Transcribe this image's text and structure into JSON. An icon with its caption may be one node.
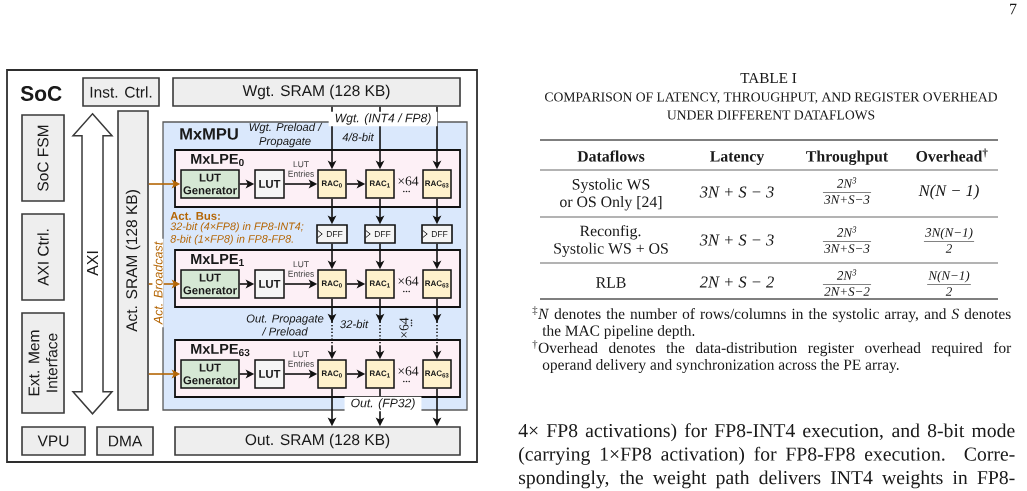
{
  "diagram": {
    "nodes": [
      {
        "text": [
          "SoC"
        ]
      },
      {
        "text": [
          "Inst. Ctrl."
        ],
        "in": 0
      },
      {
        "text": [
          "Wgt. SRAM (128 KB)"
        ],
        "in": 0
      },
      {
        "text": [
          "SoC FSM"
        ],
        "in": 0
      },
      {
        "text": [
          "AXI Ctrl."
        ],
        "in": 0
      },
      {
        "text": [
          "Ext. Mem Interface"
        ],
        "in": 0
      },
      {
        "text": [
          "Act. SRAM (128 KB)"
        ],
        "in": 0
      },
      {
        "text": [
          "MxMPU"
        ],
        "in": 0
      },
      {
        "text": [
          "MxLPE$_{0}$"
        ],
        "in": 7
      },
      {
        "text": [
          "LUT Generator"
        ],
        "in": 8
      },
      {
        "text": [
          "LUT"
        ],
        "in": 8
      },
      {
        "text": [
          "RAC$_{0}$"
        ],
        "in": 8
      },
      {
        "text": [
          "RAC$_{1}$"
        ],
        "in": 8
      },
      {
        "text": [
          "RAC$_{63}$"
        ],
        "in": 8
      },
      {
        "text": [
          "DFF"
        ],
        "in": 7
      },
      {
        "text": [
          "DFF"
        ],
        "in": 7
      },
      {
        "text": [
          "DFF"
        ],
        "in": 7
      },
      {
        "text": [
          "MxLPE$_{1}$"
        ],
        "in": 7
      },
      {
        "text": [
          "LUT Generator"
        ],
        "in": 17
      },
      {
        "text": [
          "LUT"
        ],
        "in": 17
      },
      {
        "text": [
          "RAC$_{0}$"
        ],
        "in": 17
      },
      {
        "text": [
          "RAC$_{1}$"
        ],
        "in": 17
      },
      {
        "text": [
          "RAC$_{63}$"
        ],
        "in": 17
      },
      {
        "text": [
          "MxLPE$_{63}$"
        ],
        "in": 7
      },
      {
        "text": [
          "LUT Generator"
        ],
        "in": 23
      },
      {
        "text": [
          "LUT"
        ],
        "in": 23
      },
      {
        "text": [
          "RAC$_{0}$"
        ],
        "in": 23
      },
      {
        "text": [
          "RAC$_{1}$"
        ],
        "in": 23
      },
      {
        "text": [
          "RAC$_{63}$"
        ],
        "in": 23
      },
      {
        "text": [
          "VPU"
        ],
        "in": 0
      },
      {
        "text": [
          "DMA"
        ],
        "in": 0
      },
      {
        "text": [
          "Out. SRAM (128 KB)"
        ],
        "in": 0
      }
    ],
    "edges": [
      {
        "from": 2,
        "to": 11,
        "arrow": "to"
      },
      {
        "from": 2,
        "to": 12,
        "arrow": "to",
        "label": "Wgt. (INT4 / FP8)"
      },
      {
        "from": 2,
        "to": 13,
        "arrow": "to"
      },
      {
        "from": 6,
        "to": 9,
        "arrow": "to",
        "color": "#b46504"
      },
      {
        "from": 6,
        "to": 18,
        "arrow": "to",
        "label": "Act. Broadcast",
        "color": "#b46504"
      },
      {
        "from": 6,
        "to": 24,
        "arrow": "to",
        "color": "#b46504"
      },
      {
        "from": 9,
        "to": 10,
        "arrow": "to"
      },
      {
        "from": 10,
        "to": 11,
        "arrow": "to",
        "label": "LUT Entries"
      },
      {
        "from": 11,
        "to": 12,
        "arrow": "to"
      },
      {
        "from": 18,
        "to": 19,
        "arrow": "to"
      },
      {
        "from": 19,
        "to": 20,
        "arrow": "to",
        "label": "LUT Entries"
      },
      {
        "from": 20,
        "to": 21,
        "arrow": "to"
      },
      {
        "from": 24,
        "to": 25,
        "arrow": "to"
      },
      {
        "from": 25,
        "to": 26,
        "arrow": "to",
        "label": "LUT Entries"
      },
      {
        "from": 26,
        "to": 27,
        "arrow": "to"
      },
      {
        "from": 11,
        "to": 14,
        "arrow": "to"
      },
      {
        "from": 12,
        "to": 15,
        "arrow": "to"
      },
      {
        "from": 13,
        "to": 16,
        "arrow": "to"
      },
      {
        "from": 14,
        "to": 20,
        "arrow": "to"
      },
      {
        "from": 15,
        "to": 21,
        "arrow": "to"
      },
      {
        "from": 16,
        "to": 22,
        "arrow": "to"
      },
      {
        "from": 20,
        "to": 26,
        "arrow": "to",
        "style": "dashed"
      },
      {
        "from": 21,
        "to": 27,
        "arrow": "to",
        "style": "dashed"
      },
      {
        "from": 22,
        "to": 28,
        "arrow": "to",
        "style": "dashed"
      },
      {
        "from": 26,
        "to": 31,
        "arrow": "to"
      },
      {
        "from": 27,
        "to": 31,
        "arrow": "to",
        "label": "Out. (FP32)"
      },
      {
        "from": 28,
        "to": 31,
        "arrow": "to"
      },
      {
        "from": 1,
        "to": null,
        "arrow": "both",
        "label": "AXI"
      }
    ],
    "labels": [
      "7",
      "Wgt. Preload / Propagate",
      "4/8-bit",
      "×64",
      "Act. Bus:",
      "32-bit (4×FP8) in FP8-INT4; 8-bit (1×FP8) in FP8-FP8.",
      "×64",
      "Out. Propagate / Preload",
      "32-bit",
      "×64",
      "×64",
      "TABLE I",
      "COMPARISON OF LATENCY, THROUGHPUT, AND REGISTER OVERHEAD UNDER DIFFERENT DATAFLOWS",
      "Dataflows",
      "Latency",
      "Throughput",
      "Overhead$^{†}$",
      "Systolic WS or OS Only [24]",
      "3N + S − 3",
      "2N$^{3}$",
      "3N+S−3",
      "N(N − 1)",
      "Reconfig. Systolic WS + OS",
      "3N + S − 3",
      "2N$^{3}$",
      "3N+S−3",
      "3N(N−1)",
      "2",
      "RLB",
      "2N + S − 2",
      "2N$^{3}$",
      "2N+S−2",
      "N(N−1)",
      "2",
      "$^{‡}$*N* denotes the number of rows/columns in the systolic array, and *S* denotes the MAC pipeline depth.",
      "$^{†}$Overhead denotes the data-distribution register overhead required for operand delivery and synchronization across the PE array.",
      "4× FP8 activations) for FP8-INT4 execution, and 8-bit mode (carrying 1×FP8 activation) for FP8-FP8 execution. Corre- spondingly, the weight path delivers INT4 weights in FP8-"
    ]
  }
}
